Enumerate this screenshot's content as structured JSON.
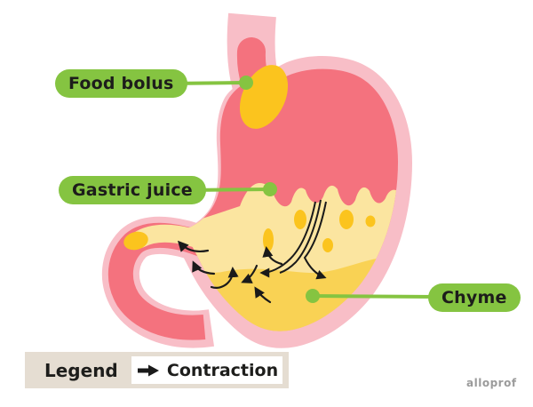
{
  "diagram": {
    "title_context": "Stomach digestion diagram",
    "labels": {
      "food_bolus": "Food bolus",
      "gastric_juice": "Gastric juice",
      "chyme": "Chyme"
    },
    "legend": {
      "title": "Legend",
      "items": [
        {
          "icon": "right-arrow-icon",
          "label": "Contraction"
        }
      ]
    },
    "watermark": "alloprof",
    "colors": {
      "label_green": "#85C441",
      "stomach_wall_pink": "#F8BEC7",
      "stomach_interior_pink": "#F4727E",
      "chyme_light_yellow": "#FBE5A0",
      "chyme_dark_yellow": "#F9D254",
      "bolus_golden": "#FBC41E",
      "legend_beige": "#E5DDD2",
      "arrow_black": "#1a1a1a",
      "text_dark": "#1d1d1b",
      "watermark_gray": "#9b9b9b"
    }
  }
}
